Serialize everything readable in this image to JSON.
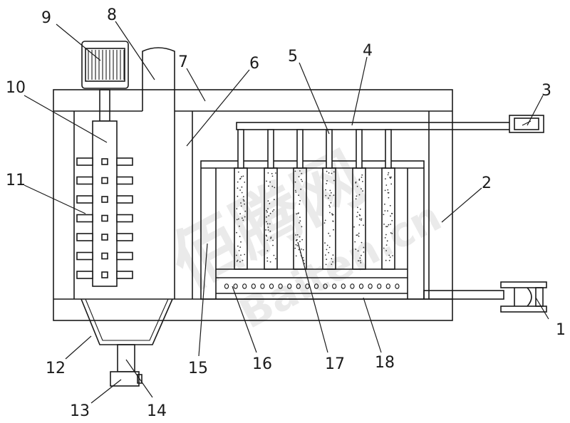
{
  "labels": [
    "1",
    "2",
    "3",
    "4",
    "5",
    "6",
    "7",
    "8",
    "9",
    "10",
    "11",
    "12",
    "13",
    "14",
    "15",
    "16",
    "17",
    "18"
  ],
  "watermark": {
    "main": "佰腾网",
    "sub": "Baiten.cn"
  }
}
